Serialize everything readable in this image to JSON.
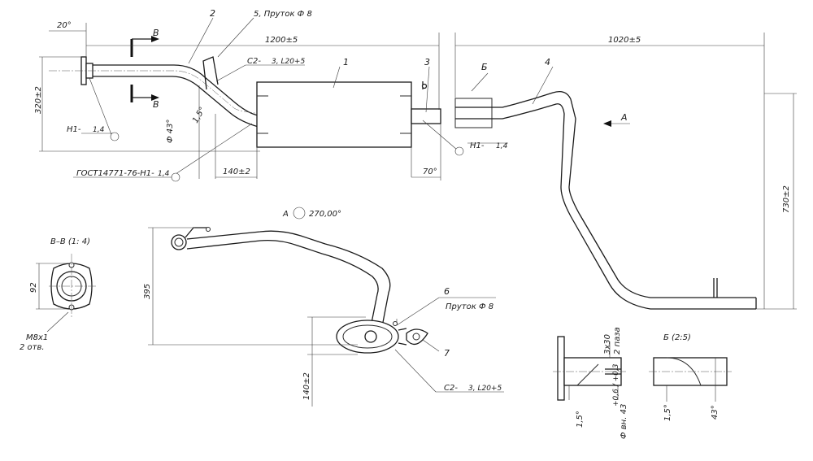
{
  "labels": {
    "part1": "1",
    "part2": "2",
    "part3": "3",
    "part4": "4",
    "part5": "5, Пруток Ф 8",
    "part6": "6",
    "part6_note": "Пруток Ф 8",
    "part7": "7",
    "section_B": "Б",
    "view_arrow_A": "А",
    "cut_B": "В",
    "view_A_rot": "А",
    "view_A_angle": "270,00°",
    "section_BB": "В–В (1: 4)",
    "detail_B": "Б (2:5)",
    "m8": "М8х1",
    "m8_holes": "2 отв."
  },
  "dimensions": {
    "d20": "20°",
    "d1200": "1200±5",
    "d1020": "1020±5",
    "d320": "320±2",
    "d43": "Ф 43°",
    "d15a": "1,5°",
    "d140a": "140±2",
    "d70": "70°",
    "d730": "730±2",
    "d395": "395",
    "d92": "92",
    "d140b": "140±2",
    "d3x30": "3х30",
    "d2paza": "2 паза",
    "d15b": "1,5°",
    "dvn": "Ф вн. 43",
    "dvn_tol": "+0,6 / +0,3",
    "d15c": "1,5°",
    "d43b": "43°"
  },
  "welds": {
    "w_left": "Н1-",
    "w_left_val": "1,4",
    "w_right": "Н1-",
    "w_right_val": "1,4",
    "w_gost": "ГОСТ14771-76-Н1-",
    "w_gost_val": "1,4",
    "c2_top": "С2-",
    "c2_top_val": "3, L20+5",
    "c2_bottom": "С2-",
    "c2_bottom_val": "3, L20+5"
  }
}
